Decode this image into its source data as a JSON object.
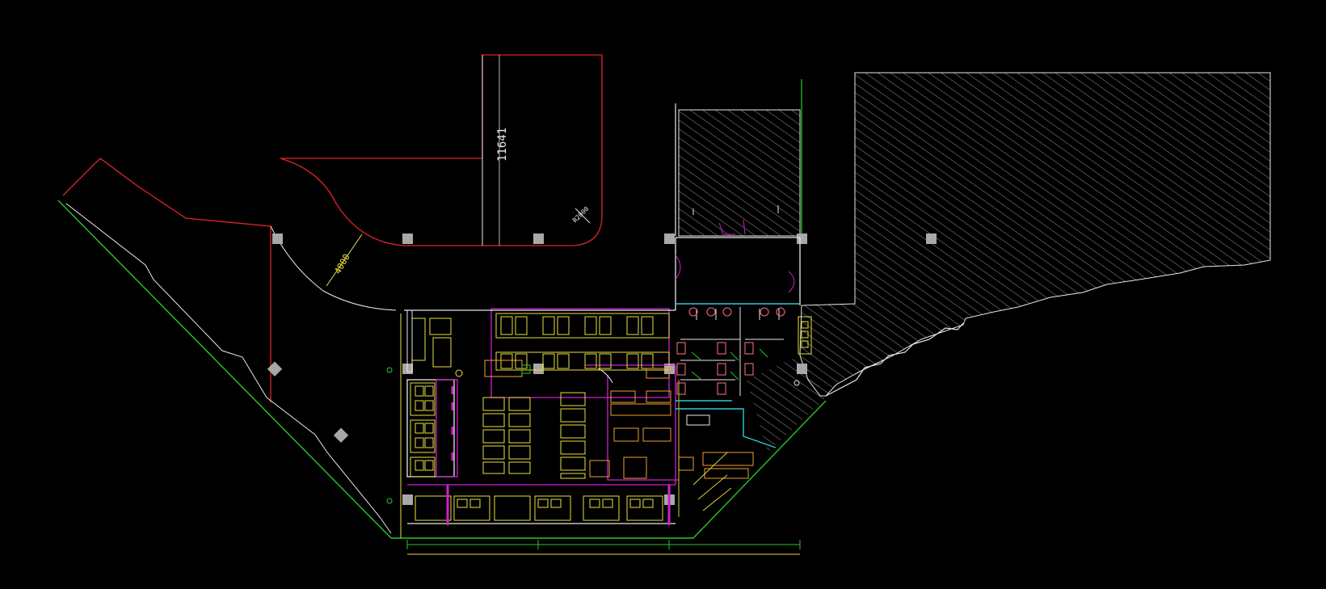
{
  "drawing": {
    "background": "#000000",
    "colors": {
      "red": "#e0242b",
      "green": "#28c828",
      "yellow": "#e8e040",
      "white": "#e8e8e8",
      "magenta": "#d020d0",
      "cyan": "#30c8d8",
      "pink": "#f06878",
      "gray": "#a8a8a8",
      "orange": "#f0a030",
      "lime": "#a0e020"
    },
    "dimensions": {
      "height_label": "11641",
      "radius_label": "R2000",
      "width_label": "4000"
    }
  }
}
